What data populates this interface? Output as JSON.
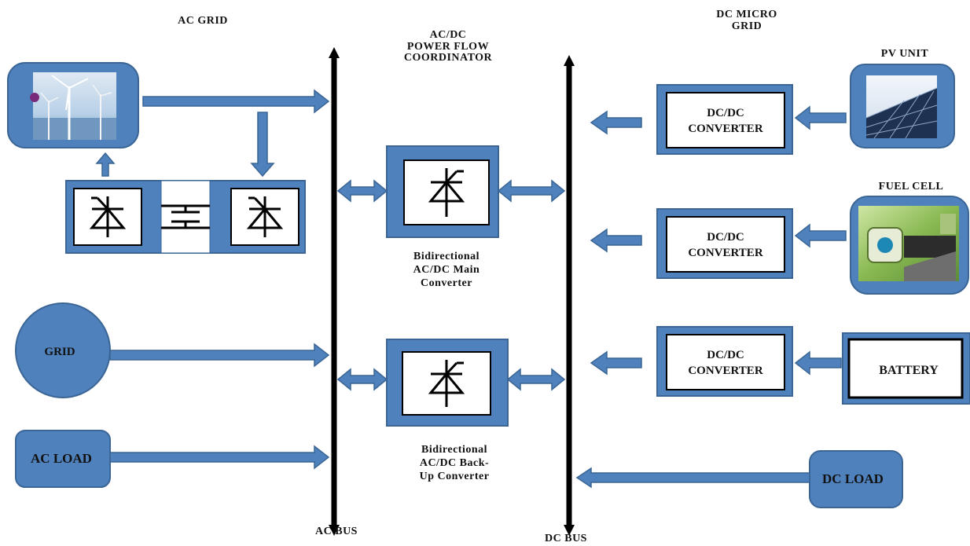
{
  "headings": {
    "ac_grid": "AC GRID",
    "coordinator": [
      "AC/DC",
      "POWER FLOW",
      "COORDINATOR"
    ],
    "dc_micro_grid": [
      "DC MICRO",
      "GRID"
    ]
  },
  "buses": {
    "ac_bus": "AC BUS",
    "dc_bus": "DC BUS"
  },
  "ac_side": {
    "grid": "GRID",
    "ac_load": "AC LOAD"
  },
  "converters": {
    "main": [
      "Bidirectional",
      "AC/DC Main",
      "Converter"
    ],
    "backup": [
      "Bidirectional",
      "AC/DC Back-",
      "Up Converter"
    ]
  },
  "dc_side": {
    "pv_unit": "PV UNIT",
    "fuel_cell": "FUEL CELL",
    "battery": "BATTERY",
    "dc_load": "DC LOAD",
    "dcdc_converter": [
      "DC/DC",
      "CONVERTER"
    ]
  },
  "colors": {
    "box_fill": "#4f81bd",
    "box_stroke": "#3a6595",
    "bus": "#000000"
  },
  "icons": [
    "wind-turbine-image",
    "solar-panel-image",
    "fuel-cell-image",
    "thyristor-icon",
    "capacitor-icon"
  ]
}
